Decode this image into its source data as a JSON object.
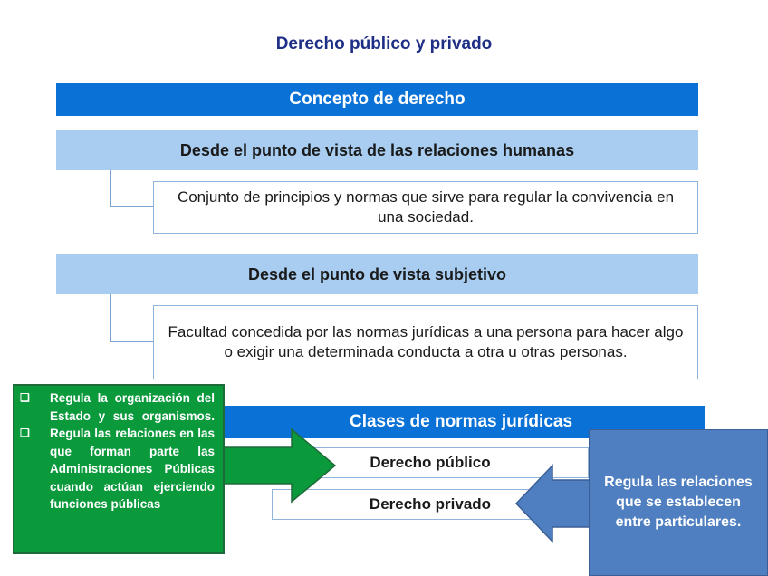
{
  "title": "Derecho público y privado",
  "concept_header": "Concepto de derecho",
  "section1": {
    "heading": "Desde el punto de vista de las relaciones humanas",
    "text": "Conjunto de principios y normas que sirve para regular la convivencia en una sociedad."
  },
  "section2": {
    "heading": "Desde el punto de vista subjetivo",
    "text": "Facultad concedida por las normas jurídicas a una persona para hacer algo o exigir una determinada conducta a otra u otras personas."
  },
  "classes": {
    "header": "Clases de normas jurídicas",
    "public": "Derecho público",
    "private": "Derecho privado"
  },
  "green_callout": {
    "items": [
      "Regula la organización del Estado y sus organismos.",
      "Regula las relaciones en las que forman parte las Administraciones Públicas cuando actúan ejerciendo funciones públicas"
    ]
  },
  "blue_callout": "Regula las relaciones que se establecen entre particulares.",
  "colors": {
    "title": "#1f2f86",
    "header_blue": "#0a72d6",
    "light_blue": "#a8cdf0",
    "green": "#0a9a3c",
    "callout_blue": "#4f7fc0"
  },
  "icons": {
    "bullet": "checkbox-bullet-icon"
  }
}
